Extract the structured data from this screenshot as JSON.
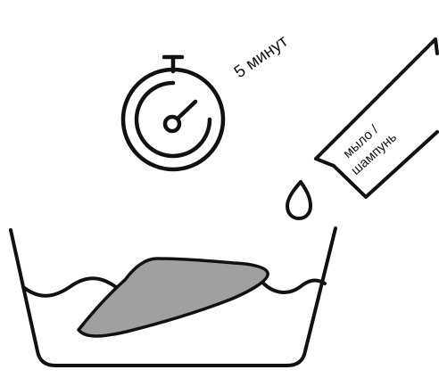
{
  "timer": {
    "label": "5 минут",
    "icon": "stopwatch-icon"
  },
  "bottle": {
    "label_line1": "мыло /",
    "label_line2": "шампунь",
    "icon": "detergent-bottle-icon"
  },
  "drop": {
    "icon": "droplet-icon"
  },
  "basin": {
    "icon": "basin-icon"
  },
  "cloth": {
    "icon": "cloth-icon"
  },
  "colors": {
    "stroke": "#111111",
    "cloth_fill": "#a0a0a0",
    "background": "#ffffff"
  }
}
